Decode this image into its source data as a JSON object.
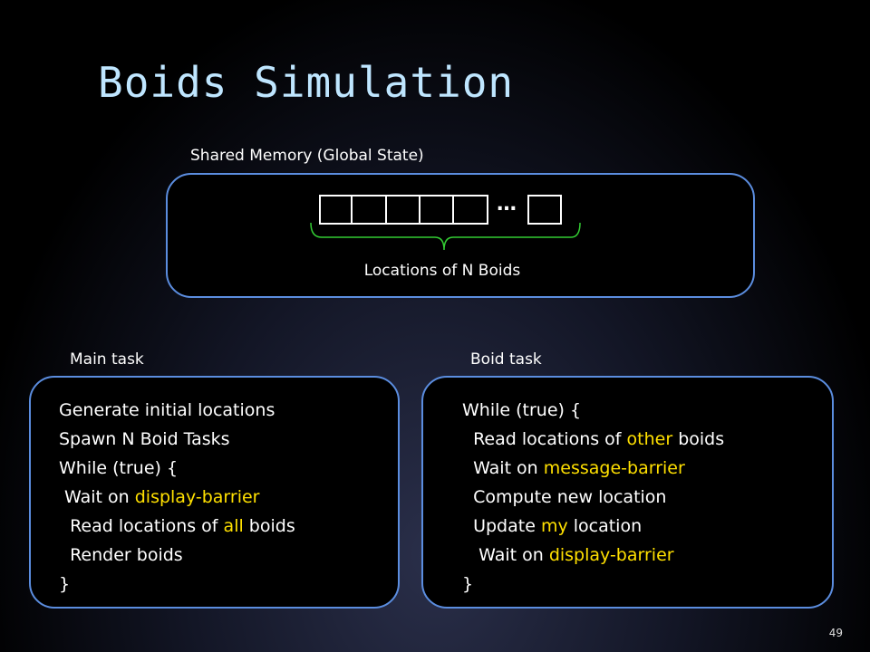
{
  "slide": {
    "title": "Boids Simulation",
    "page_number": "49"
  },
  "shared_memory": {
    "caption": "Shared Memory (Global State)",
    "ellipsis": "…",
    "brace_label": "Locations of N Boids"
  },
  "main_task": {
    "caption": "Main task",
    "lines": [
      [
        {
          "t": "Generate initial locations"
        }
      ],
      [
        {
          "t": "Spawn N Boid Tasks"
        }
      ],
      [
        {
          "t": "While (true) {"
        }
      ],
      [
        {
          "t": " Wait on "
        },
        {
          "t": "display-barrier",
          "hl": true
        }
      ],
      [
        {
          "t": "  Read locations of "
        },
        {
          "t": "all",
          "hl": true
        },
        {
          "t": " boids"
        }
      ],
      [
        {
          "t": "  Render boids"
        }
      ],
      [
        {
          "t": "}"
        }
      ]
    ]
  },
  "boid_task": {
    "caption": "Boid task",
    "lines": [
      [
        {
          "t": "While (true) {"
        }
      ],
      [
        {
          "t": "  Read locations of "
        },
        {
          "t": "other",
          "hl": true
        },
        {
          "t": " boids"
        }
      ],
      [
        {
          "t": "  Wait on "
        },
        {
          "t": "message-barrier",
          "hl": true
        }
      ],
      [
        {
          "t": "  Compute new location"
        }
      ],
      [
        {
          "t": "  Update "
        },
        {
          "t": "my",
          "hl": true
        },
        {
          "t": " location"
        }
      ],
      [
        {
          "t": "   Wait on "
        },
        {
          "t": "display-barrier",
          "hl": true
        }
      ],
      [
        {
          "t": "}"
        }
      ]
    ]
  },
  "colors": {
    "highlight": "#ffe000",
    "panel_border": "#5b8ddf",
    "title": "#bfe6ff",
    "brace": "#33cc33"
  }
}
